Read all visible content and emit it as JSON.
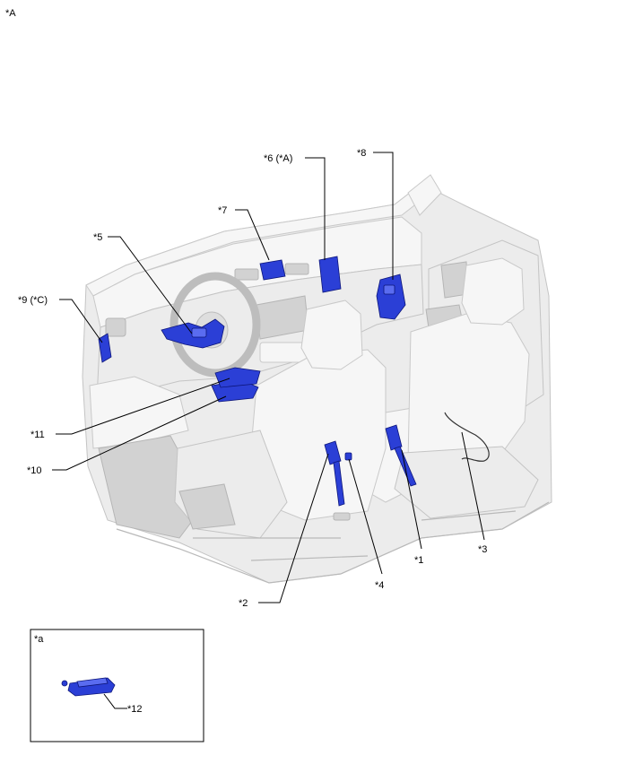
{
  "view_label": "*A",
  "callouts": {
    "c1": "*1",
    "c2": "*2",
    "c3": "*3",
    "c4": "*4",
    "c5": "*5",
    "c6": "*6 (*A)",
    "c7": "*7",
    "c8": "*8",
    "c9": "*9 (*C)",
    "c10": "*10",
    "c11": "*11"
  },
  "inset": {
    "label": "*a",
    "callout": "*12"
  },
  "colors": {
    "part": "#2b3fd6",
    "cabin": "#ececec",
    "leader": "#000000"
  }
}
